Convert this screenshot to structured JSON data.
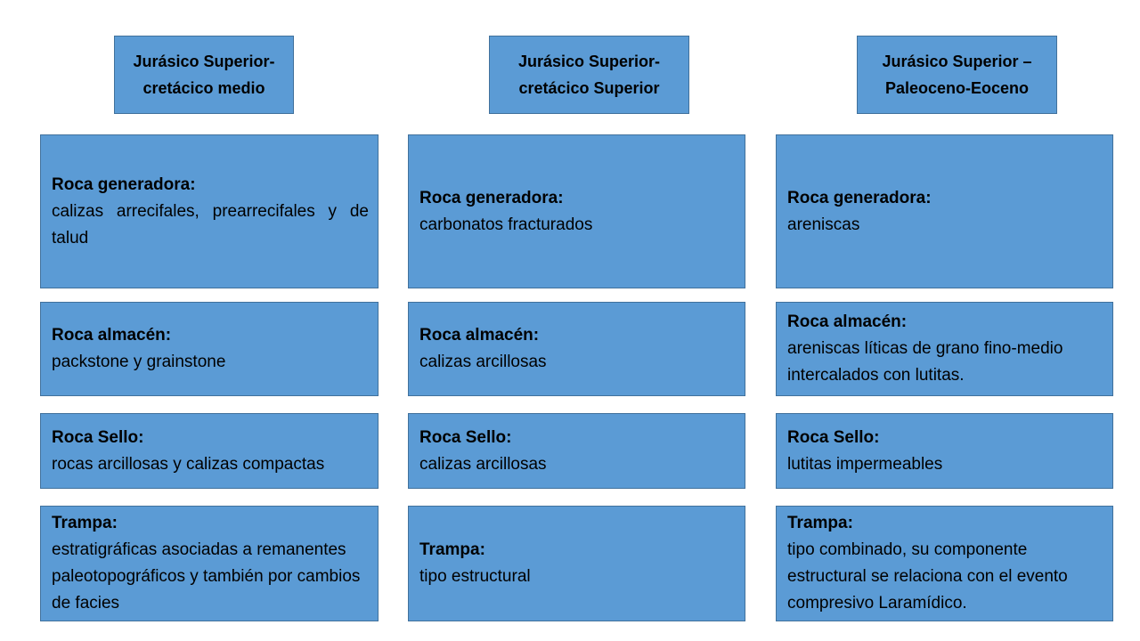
{
  "colors": {
    "box_fill": "#5b9bd5",
    "box_border": "#41719c",
    "text": "#000000",
    "background": "#ffffff"
  },
  "columns": [
    {
      "header": "Jurásico Superior-cretácico medio",
      "roca_generadora": {
        "label": "Roca generadora:",
        "text": "calizas arrecifales, prearrecifales y de talud"
      },
      "roca_almacen": {
        "label": "Roca almacén:",
        "text": "packstone y grainstone"
      },
      "roca_sello": {
        "label": "Roca Sello:",
        "text": "rocas arcillosas y calizas compactas"
      },
      "trampa": {
        "label": "Trampa:",
        "text": "estratigráficas asociadas a remanentes paleotopográficos y también por cambios de facies"
      }
    },
    {
      "header": "Jurásico Superior-cretácico Superior",
      "roca_generadora": {
        "label": "Roca generadora:",
        "text": "carbonatos fracturados"
      },
      "roca_almacen": {
        "label": "Roca almacén:",
        "text": "calizas arcillosas"
      },
      "roca_sello": {
        "label": "Roca Sello:",
        "text": "calizas arcillosas"
      },
      "trampa": {
        "label": "Trampa:",
        "text": "tipo estructural"
      }
    },
    {
      "header": "Jurásico Superior – Paleoceno-Eoceno",
      "roca_generadora": {
        "label": "Roca generadora:",
        "text": "areniscas"
      },
      "roca_almacen": {
        "label": "Roca almacén:",
        "text": "areniscas líticas de grano fino-medio intercalados con lutitas."
      },
      "roca_sello": {
        "label": "Roca Sello:",
        "text": "lutitas impermeables"
      },
      "trampa": {
        "label": "Trampa:",
        "text": "tipo combinado, su componente estructural se relaciona con el evento compresivo Laramídico."
      }
    }
  ]
}
